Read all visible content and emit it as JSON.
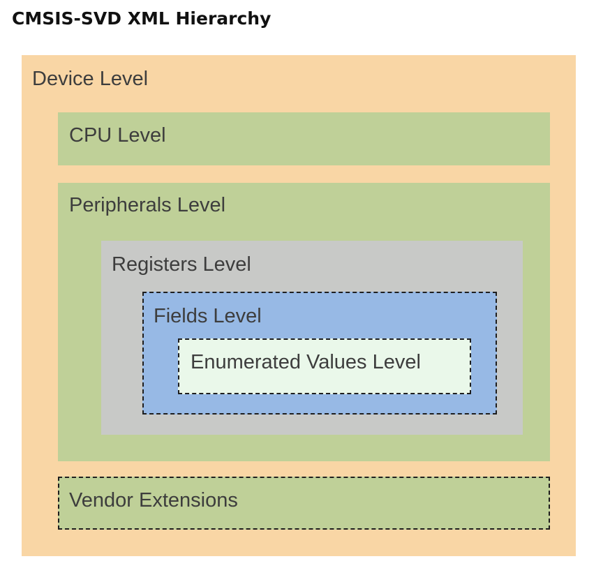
{
  "title": "CMSIS-SVD XML Hierarchy",
  "levels": {
    "device": "Device Level",
    "cpu": "CPU Level",
    "peripherals": "Peripherals Level",
    "registers": "Registers Level",
    "fields": "Fields Level",
    "enumerated_values": "Enumerated Values Level",
    "vendor_extensions": "Vendor Extensions"
  },
  "colors": {
    "device": "#f9d6a5",
    "cpu": "#bfd098",
    "peripherals": "#bfd098",
    "registers": "#c8c9c7",
    "fields": "#97b9e5",
    "enumerated_values": "#eaf8ea",
    "vendor_extensions": "#bfd098"
  },
  "optional_levels": [
    "fields",
    "enumerated_values",
    "vendor_extensions"
  ]
}
